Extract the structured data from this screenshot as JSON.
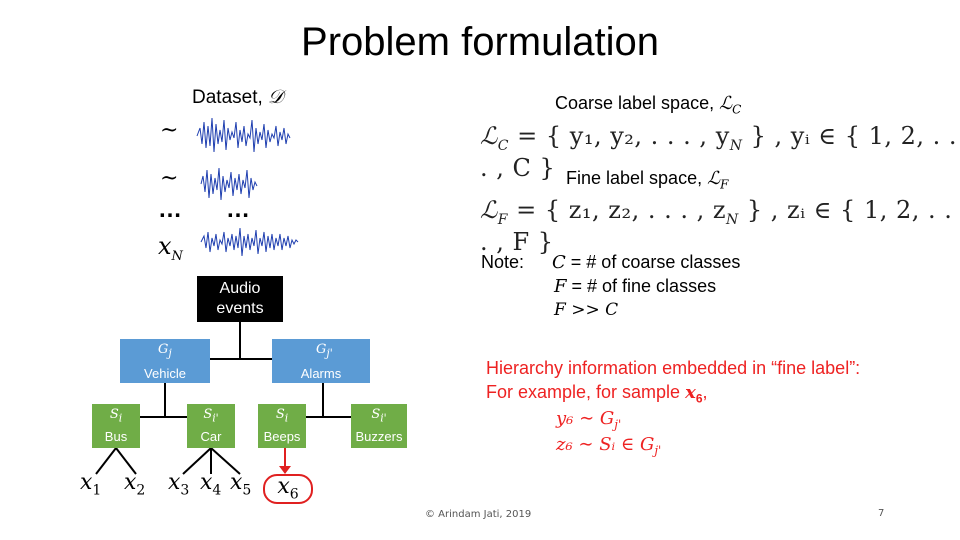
{
  "title": "Problem formulation",
  "dataset": {
    "label": "Dataset,",
    "symbol": "𝒟",
    "row_markers": [
      "~",
      "~",
      "…",
      "x"
    ],
    "ellipsis_mid": "…",
    "sub_marker": "N"
  },
  "audio_events_box": {
    "line1": "Audio",
    "line2": "events"
  },
  "hierarchy": {
    "coarse": [
      {
        "symbol": "G",
        "sub": "j",
        "label": "Vehicle"
      },
      {
        "symbol": "G",
        "sub": "j'",
        "label": "Alarms"
      }
    ],
    "fine": [
      {
        "symbol": "S",
        "sub": "i",
        "label": "Bus"
      },
      {
        "symbol": "S",
        "sub": "i'",
        "label": "Car"
      },
      {
        "symbol": "S",
        "sub": "i",
        "label": "Beeps"
      },
      {
        "symbol": "S",
        "sub": "i'",
        "label": "Buzzers"
      }
    ],
    "samples": [
      {
        "base": "x",
        "sub": "1"
      },
      {
        "base": "x",
        "sub": "2"
      },
      {
        "base": "x",
        "sub": "3"
      },
      {
        "base": "x",
        "sub": "4"
      },
      {
        "base": "x",
        "sub": "5"
      },
      {
        "base": "x",
        "sub": "6"
      }
    ],
    "highlight_color": "#e02020"
  },
  "coarse_space": {
    "label": "Coarse label space,",
    "symbol": "ℒ",
    "symbol_sub": "C",
    "formula_lhs": "ℒ",
    "formula_sub": "C",
    "formula_rhs": " = { y₁, y₂, . . . , y",
    "formula_rhs_n": "N",
    "formula_rhs_tail": " } , yᵢ ∈ { 1, 2, . . . , C }"
  },
  "fine_space": {
    "label": "Fine label space,",
    "symbol": "ℒ",
    "symbol_sub": "F",
    "formula_lhs": "ℒ",
    "formula_sub": "F",
    "formula_rhs": " = { z₁, z₂, . . . , z",
    "formula_rhs_n": "N",
    "formula_rhs_tail": " } , zᵢ ∈ { 1, 2, . . . , F }"
  },
  "note": {
    "label": "Note:",
    "line1_sym": "C",
    "line1": " = # of coarse classes",
    "line2_sym": "F",
    "line2": " = # of fine classes",
    "line3": "F >> C"
  },
  "hierarchy_info": {
    "line1": "Hierarchy information embedded in “fine label”:",
    "line2": "For example, for sample",
    "line2_sym": "x",
    "line2_sub": "6",
    "line2_tail": ",",
    "line3": "y₆ ∼ G",
    "line3_sub": "j'",
    "line4": "z₆ ∼ Sᵢ ∈ G",
    "line4_sub": "j'"
  },
  "footer": {
    "copyright": "© Arindam Jati, 2019",
    "page": "7"
  },
  "colors": {
    "coarse_box": "#5b9bd5",
    "fine_box": "#70ad47",
    "wave": "#1f3fb0",
    "red": "#e02020"
  }
}
